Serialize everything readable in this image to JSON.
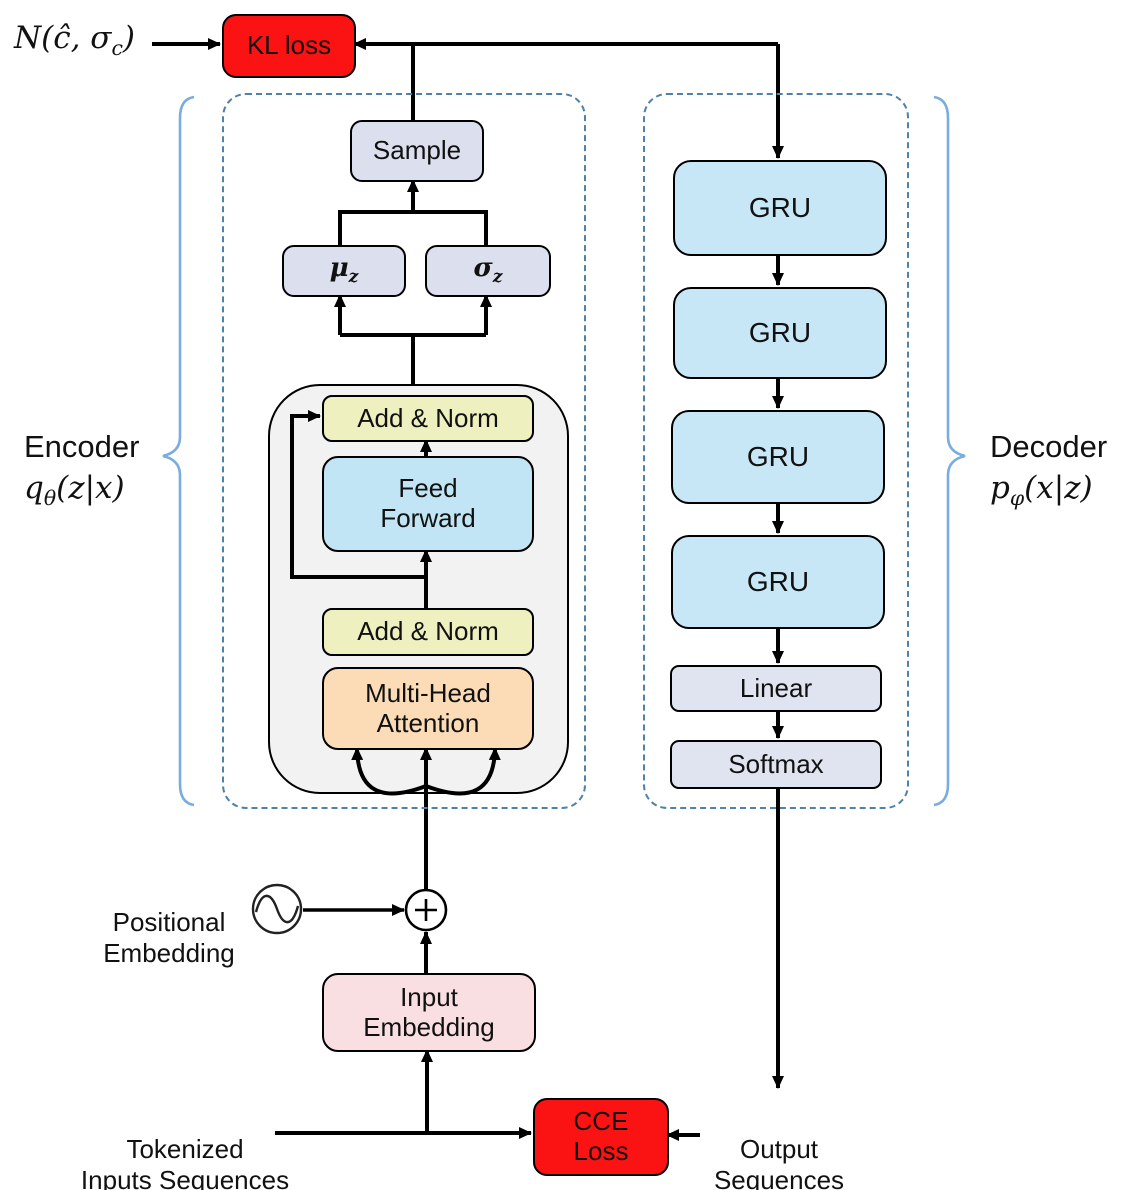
{
  "labels": {
    "prior": {
      "base": "N(ĉ, σ",
      "sub": "c",
      "suffix": ")"
    },
    "kl_loss": "KL loss",
    "cce_loss": "CCE\nLoss"
  },
  "encoder": {
    "label": "Encoder",
    "formula": {
      "base": "q",
      "sub": "θ",
      "suffix": "(z|x)"
    },
    "sample": "Sample",
    "mu": {
      "base": "μ",
      "sub": "z"
    },
    "sigma": {
      "base": "σ",
      "sub": "z"
    },
    "transformer": {
      "add_norm_top": "Add & Norm",
      "feed_forward": "Feed\nForward",
      "add_norm_bottom": "Add & Norm",
      "multi_head_attention": "Multi-Head\nAttention"
    }
  },
  "decoder": {
    "label": "Decoder",
    "formula": {
      "base": "p",
      "sub": "φ",
      "suffix": "(x|z)"
    },
    "gru_layers": [
      "GRU",
      "GRU",
      "GRU",
      "GRU"
    ],
    "linear": "Linear",
    "softmax": "Softmax"
  },
  "bottom": {
    "positional_embedding": "Positional\nEmbedding",
    "plus": "+",
    "input_embedding": "Input\nEmbedding",
    "tokenized_inputs": "Tokenized\nInputs Sequences",
    "output_sequences": "Output\nSequences"
  },
  "colors": {
    "loss_box": "#fb1212",
    "sample_mu_sigma_box": "#dcdfee",
    "add_norm_box": "#eef0c0",
    "feed_forward_box": "#c1e5f5",
    "multi_head_box": "#fbdcb7",
    "gru_box": "#c7e7f6",
    "linear_softmax_box": "#e0e3f0",
    "input_embedding_box": "#f9dee2",
    "transformer_container": "#f2f2f2",
    "dashed_region_border": "#4f81a9",
    "brace": "#7aace0",
    "arrow": "#000000"
  }
}
